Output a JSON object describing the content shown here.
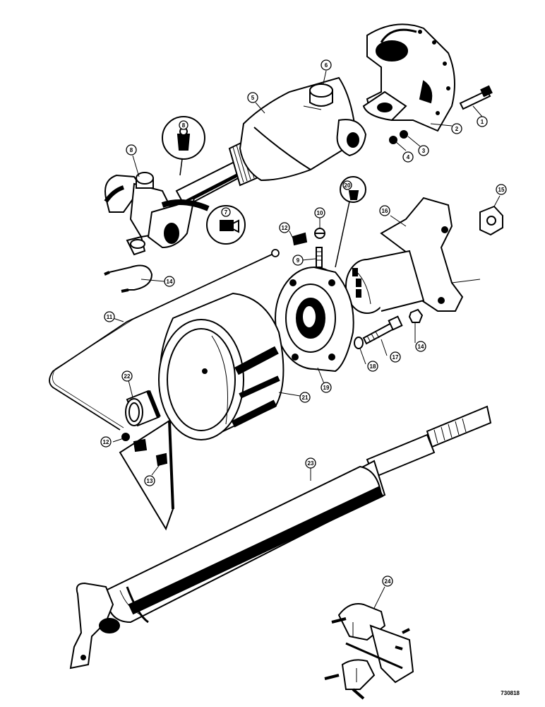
{
  "diagram": {
    "reference_number": "730818",
    "callouts": {
      "c1": "1",
      "c2": "2",
      "c3": "3",
      "c4": "4",
      "c5": "5",
      "c6": "6",
      "c7": "7",
      "c8": "8",
      "c9": "9",
      "c10": "10",
      "c11": "11",
      "c12": "12",
      "c13": "13",
      "c14": "14",
      "c15": "15",
      "c16": "16",
      "c17": "17",
      "c18": "18",
      "c19": "19",
      "c20": "20",
      "c21": "21",
      "c22": "22",
      "c23": "23",
      "c24": "24"
    }
  }
}
